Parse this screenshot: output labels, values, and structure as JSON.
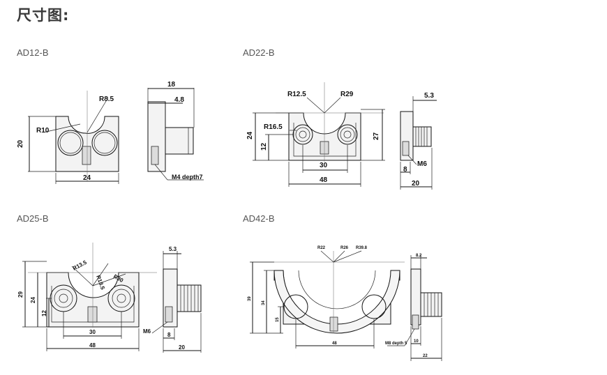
{
  "page": {
    "heading": "尺寸图:"
  },
  "models": [
    {
      "name": "AD12-B",
      "dims": {
        "r1": "R8.5",
        "r2": "R10",
        "h": "20",
        "w": "24",
        "t": "18",
        "t2": "4.8",
        "note": "M4 depth7"
      }
    },
    {
      "name": "AD22-B",
      "dims": {
        "r1": "R12.5",
        "r2": "R29",
        "r3": "R16.5",
        "h": "24",
        "h2": "12",
        "h3": "27",
        "w": "48",
        "w2": "30",
        "t": "5.3",
        "t2": "8",
        "t3": "20",
        "note": "M6"
      }
    },
    {
      "name": "AD25-B",
      "dims": {
        "r1": "R13.5",
        "r2": "R18.5",
        "r3": "R30",
        "h": "29",
        "h2": "24",
        "h3": "12",
        "w": "48",
        "w2": "30",
        "t": "5.3",
        "t2": "8",
        "t3": "20",
        "note": "M6"
      }
    },
    {
      "name": "AD42-B",
      "dims": {
        "r1": "R22",
        "r2": "R26",
        "r3": "R39.8",
        "h": "39",
        "h2": "34",
        "h3": "15",
        "w": "48",
        "t": "8.2",
        "t2": "10",
        "t3": "22",
        "note": "M8 depth 5"
      }
    }
  ]
}
